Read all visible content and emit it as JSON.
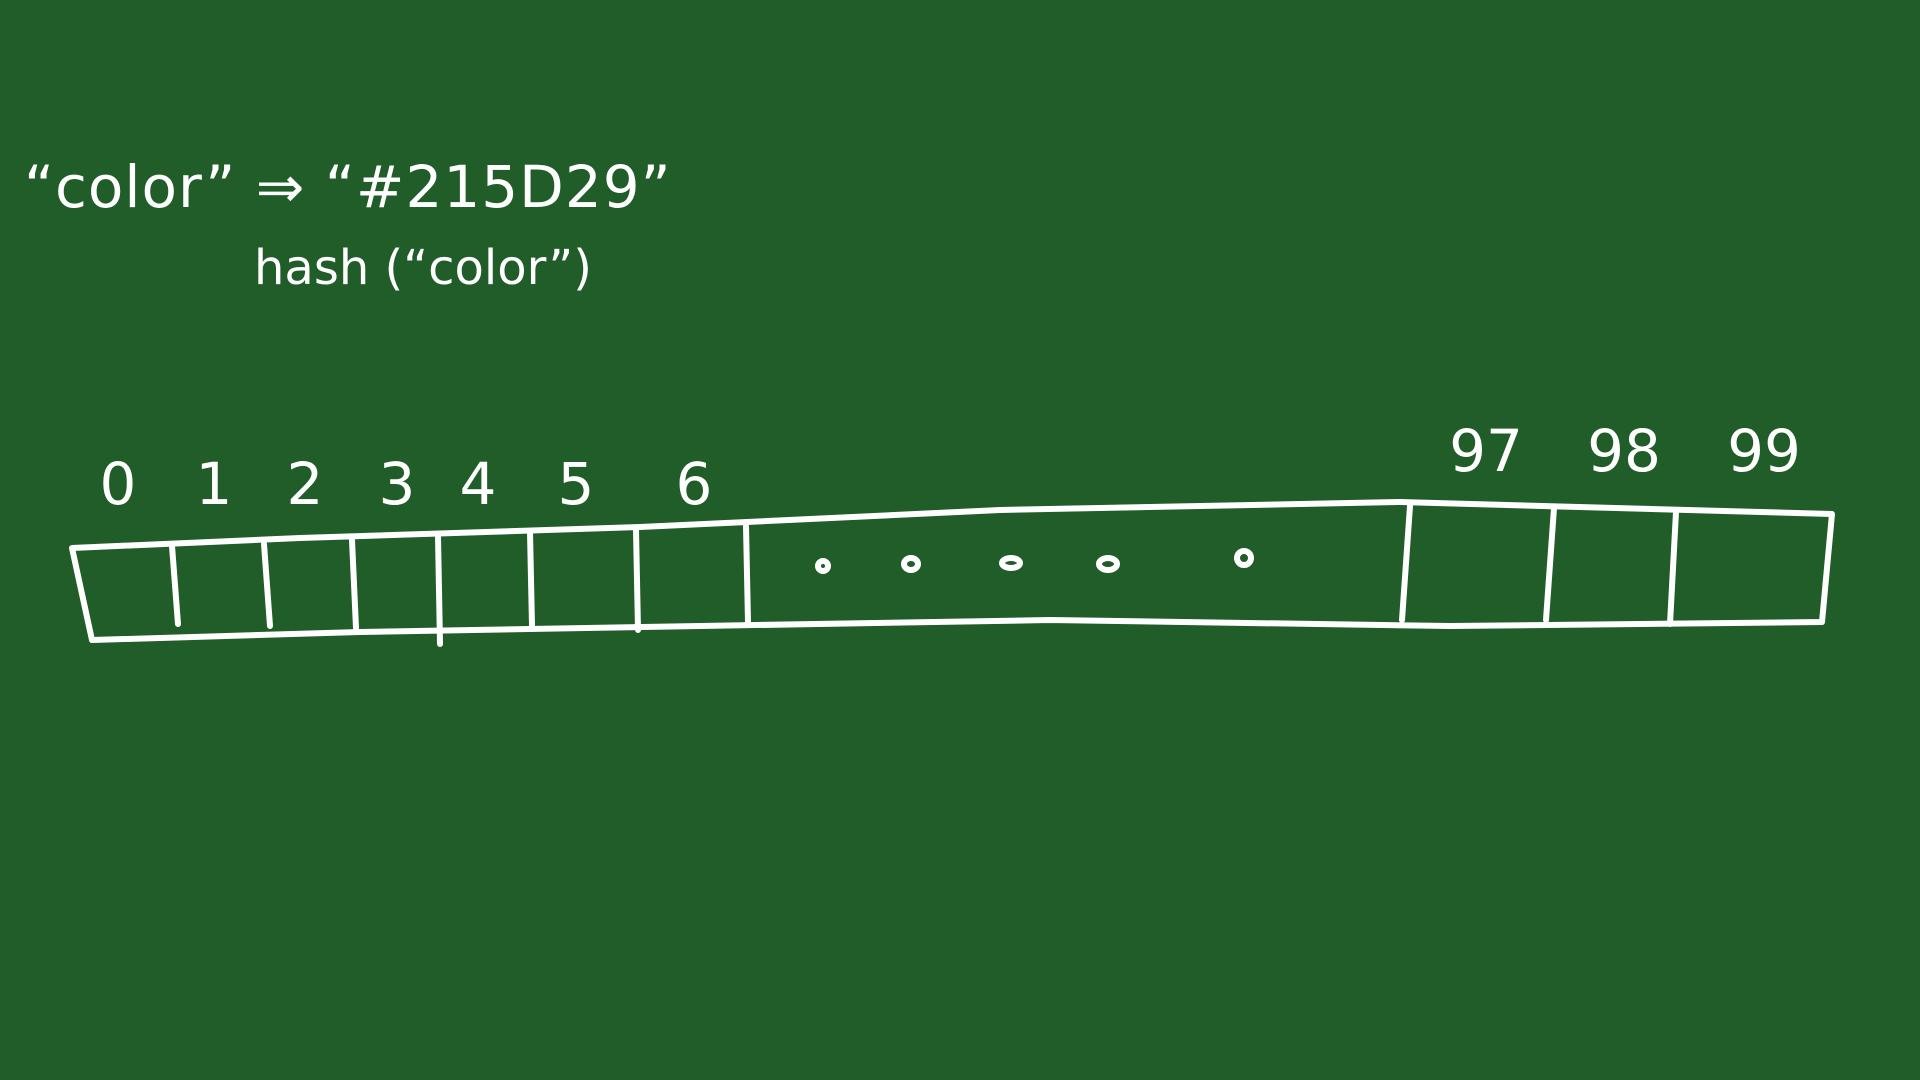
{
  "background_color": "#215D29",
  "chalk_color": "#ffffff",
  "annotation": {
    "mapping": "“color” ⇒ “#215D29”",
    "hash_call": "hash (“color”)"
  },
  "array": {
    "index_labels": [
      "0",
      "1",
      "2",
      "3",
      "4",
      "5",
      "6",
      "97",
      "98",
      "99"
    ],
    "ellipsis_dots": 5
  }
}
